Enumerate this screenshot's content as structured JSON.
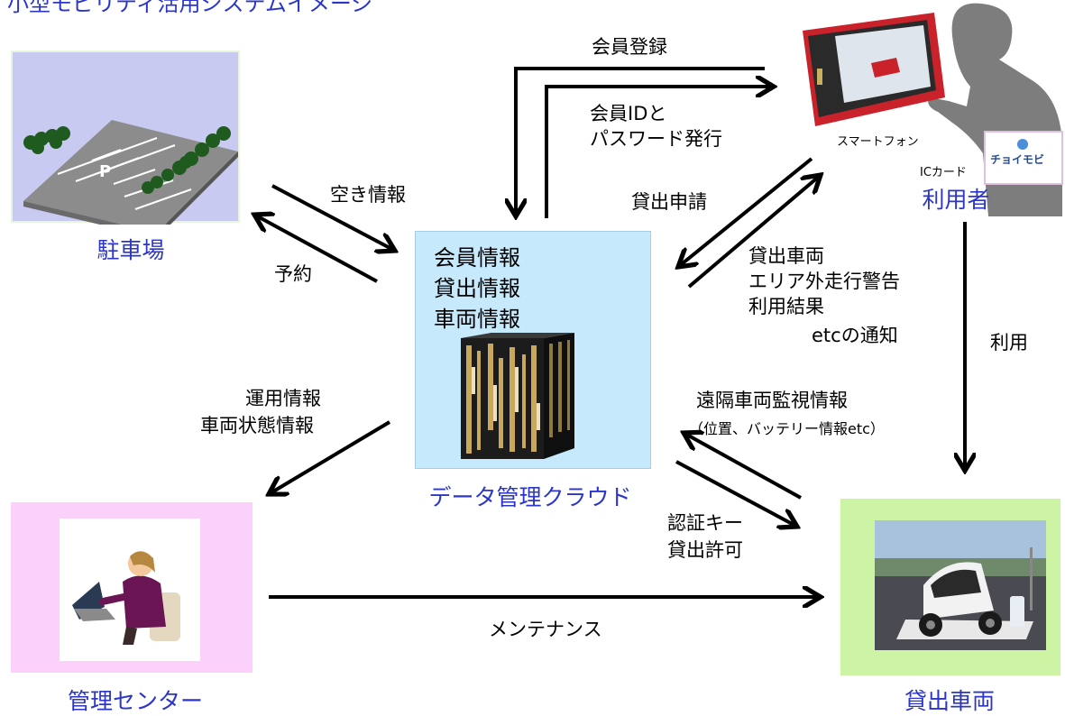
{
  "colors": {
    "title_blue": "#2b36c8",
    "parking_bg": "#c9caf2",
    "cloud_bg": "#c6e9fb",
    "center_bg": "#fbd0fb",
    "vehicle_bg": "#cdf3a4"
  },
  "header": {
    "text": "小型モビリティ活用システムイメージ"
  },
  "nodes": {
    "parking": {
      "title": "駐車場",
      "sign": "P"
    },
    "cloud": {
      "title": "データ管理クラウド",
      "lines": [
        "会員情報",
        "貸出情報",
        "車両情報"
      ]
    },
    "center": {
      "title": "管理センター"
    },
    "vehicle": {
      "title": "貸出車両"
    },
    "user": {
      "title": "利用者",
      "phone_label": "スマートフォン",
      "card_label": "ICカード",
      "card_brand": "チョイモビ"
    }
  },
  "flows": {
    "member_register": "会員登録",
    "id_issue": [
      "会員IDと",
      "パスワード発行"
    ],
    "vacancy": "空き情報",
    "reserve": "予約",
    "lend_request": "貸出申請",
    "notify": [
      "貸出車両",
      "エリア外走行警告",
      "利用結果",
      "etcの通知"
    ],
    "use": "利用",
    "ops_info": [
      "運用情報",
      "車両状態情報"
    ],
    "monitor": [
      "遠隔車両監視情報",
      "（位置、バッテリー情報etc）"
    ],
    "auth": [
      "認証キー",
      "貸出許可"
    ],
    "maintenance": "メンテナンス"
  }
}
